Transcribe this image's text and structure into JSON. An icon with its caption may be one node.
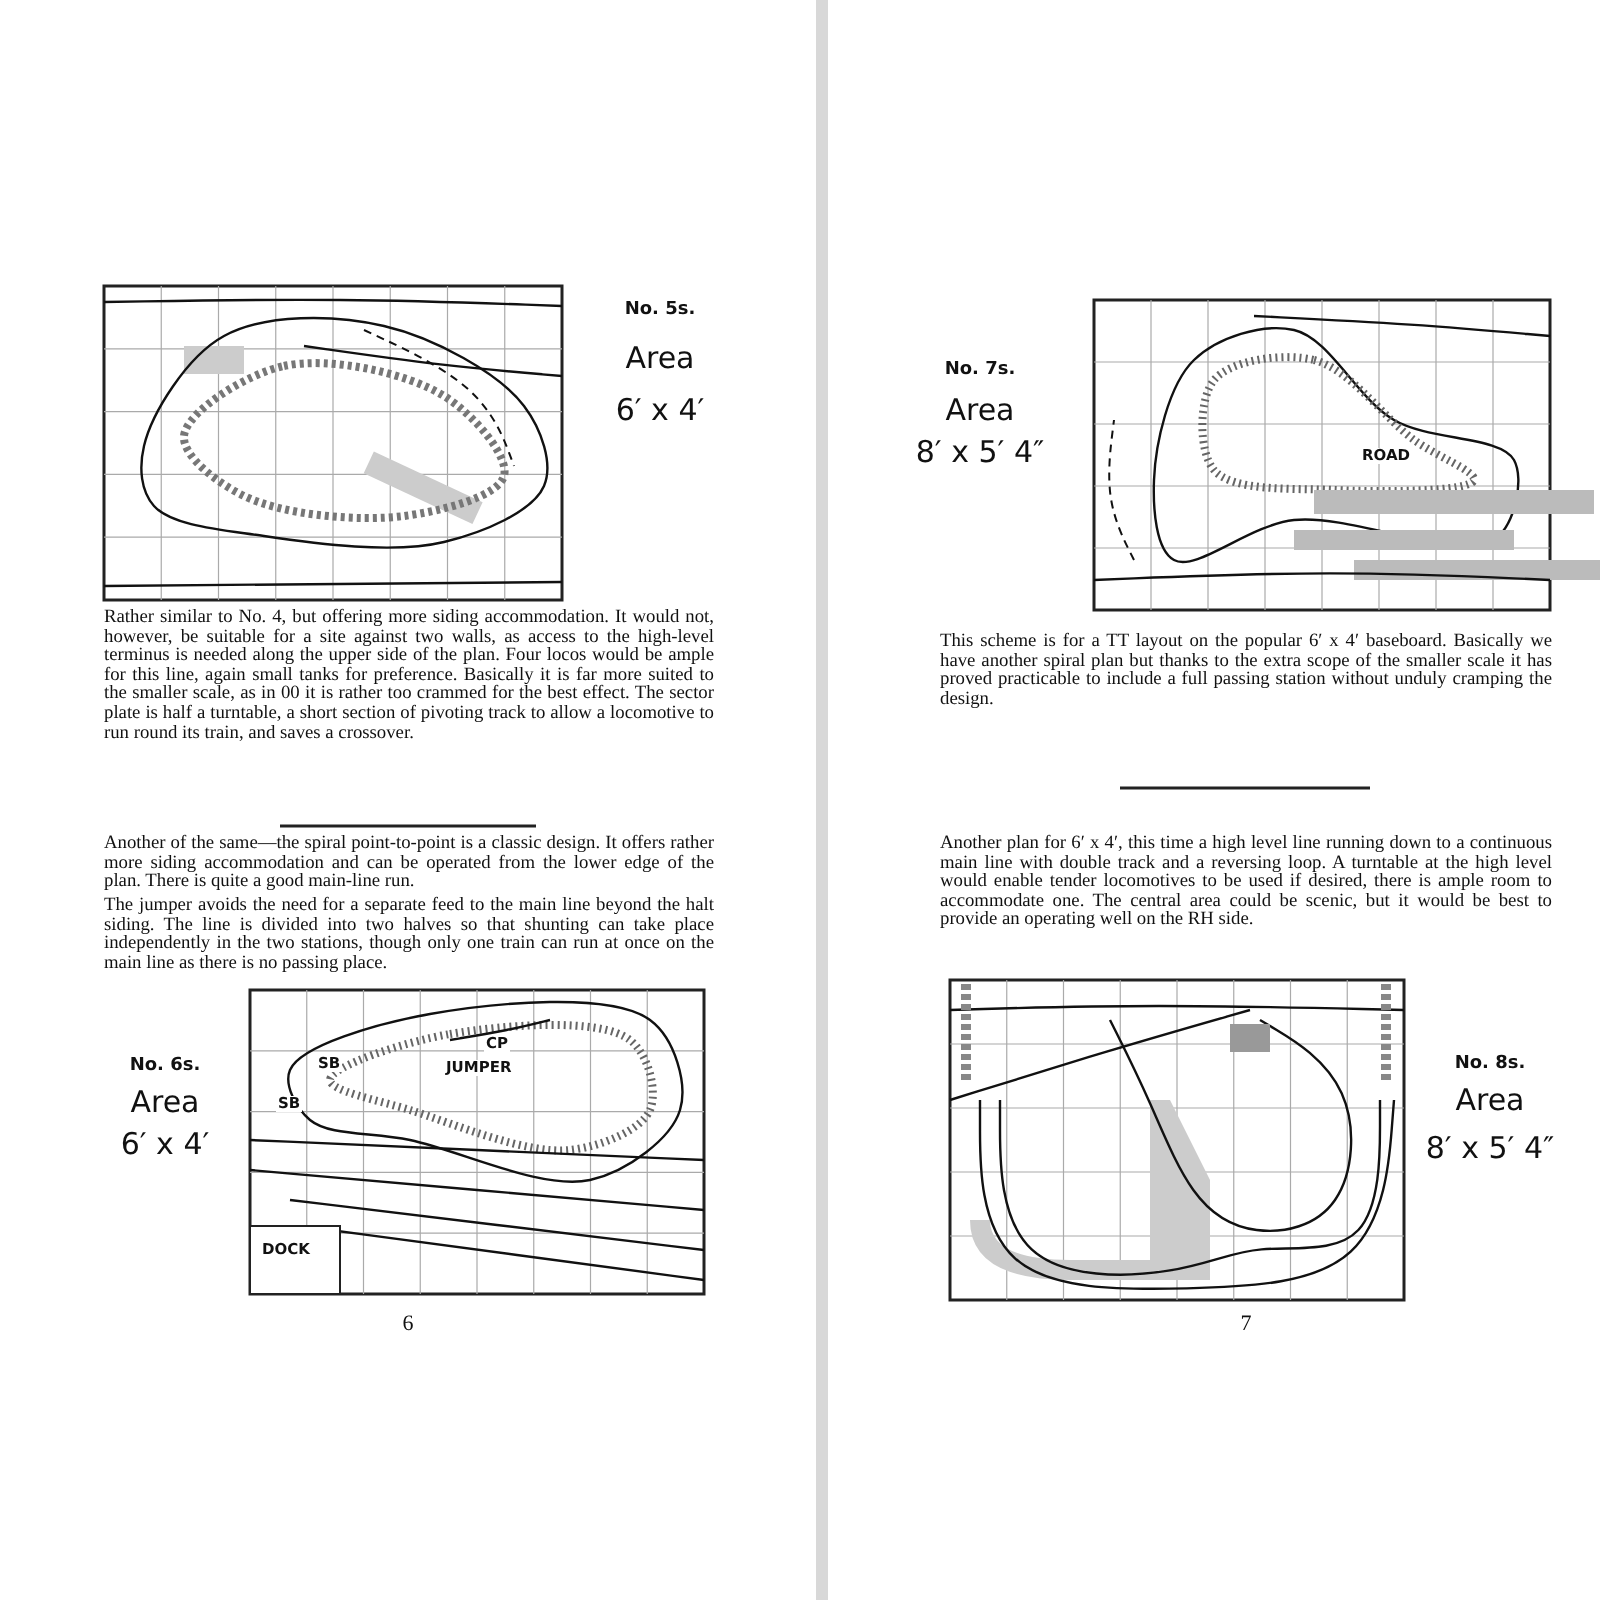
{
  "diagram": {
    "labels": [
      "No. 5s.",
      "Area",
      "6′ x 4′",
      "Rather similar to No. 4, but offering more siding accommodation. It would not, however, be suitable for a site against two walls, as access to the high-level terminus is needed along the upper side of the plan. Four locos would be ample for this line, again small tanks for preference. Basically it is far more suited to the smaller scale, as in 00 it is rather too crammed for the best effect. The sector plate is half a turntable, a short section of pivoting track to allow a locomotive to run round its train, and saves a crossover.",
      "Another of the same—the spiral point-to-point is a classic design. It offers rather more siding accommodation and can be operated from the lower edge of the plan. There is quite a good main-line run.",
      "The jumper avoids the need for a separate feed to the main line beyond the halt siding. The line is divided into two halves so that shunting can take place independently in the two stations, though only one train can run at once on the main line as there is no passing place.",
      "No. 6s.",
      "Area",
      "6′ x 4′",
      "SB",
      "SB",
      "CP",
      "JUMPER",
      "DOCK",
      "6",
      "No. 7s.",
      "Area",
      "8′ x 5′ 4″",
      "ROAD",
      "This scheme is for a TT layout on the popular 6′ x 4′ baseboard. Basically we have another spiral plan but thanks to the extra scope of the smaller scale it has proved practicable to include a full passing station without unduly cramping the design.",
      "Another plan for 6′ x 4′, this time a high level line running down to a continuous main line with double track and a reversing loop. A turntable at the high level would enable tender locomotives to be used if desired, there is ample room to accommodate one. The central area could be scenic, but it would be best to provide an operating well on the RH side.",
      "No. 8s.",
      "Area",
      "8′ x 5′ 4″",
      "7"
    ]
  }
}
